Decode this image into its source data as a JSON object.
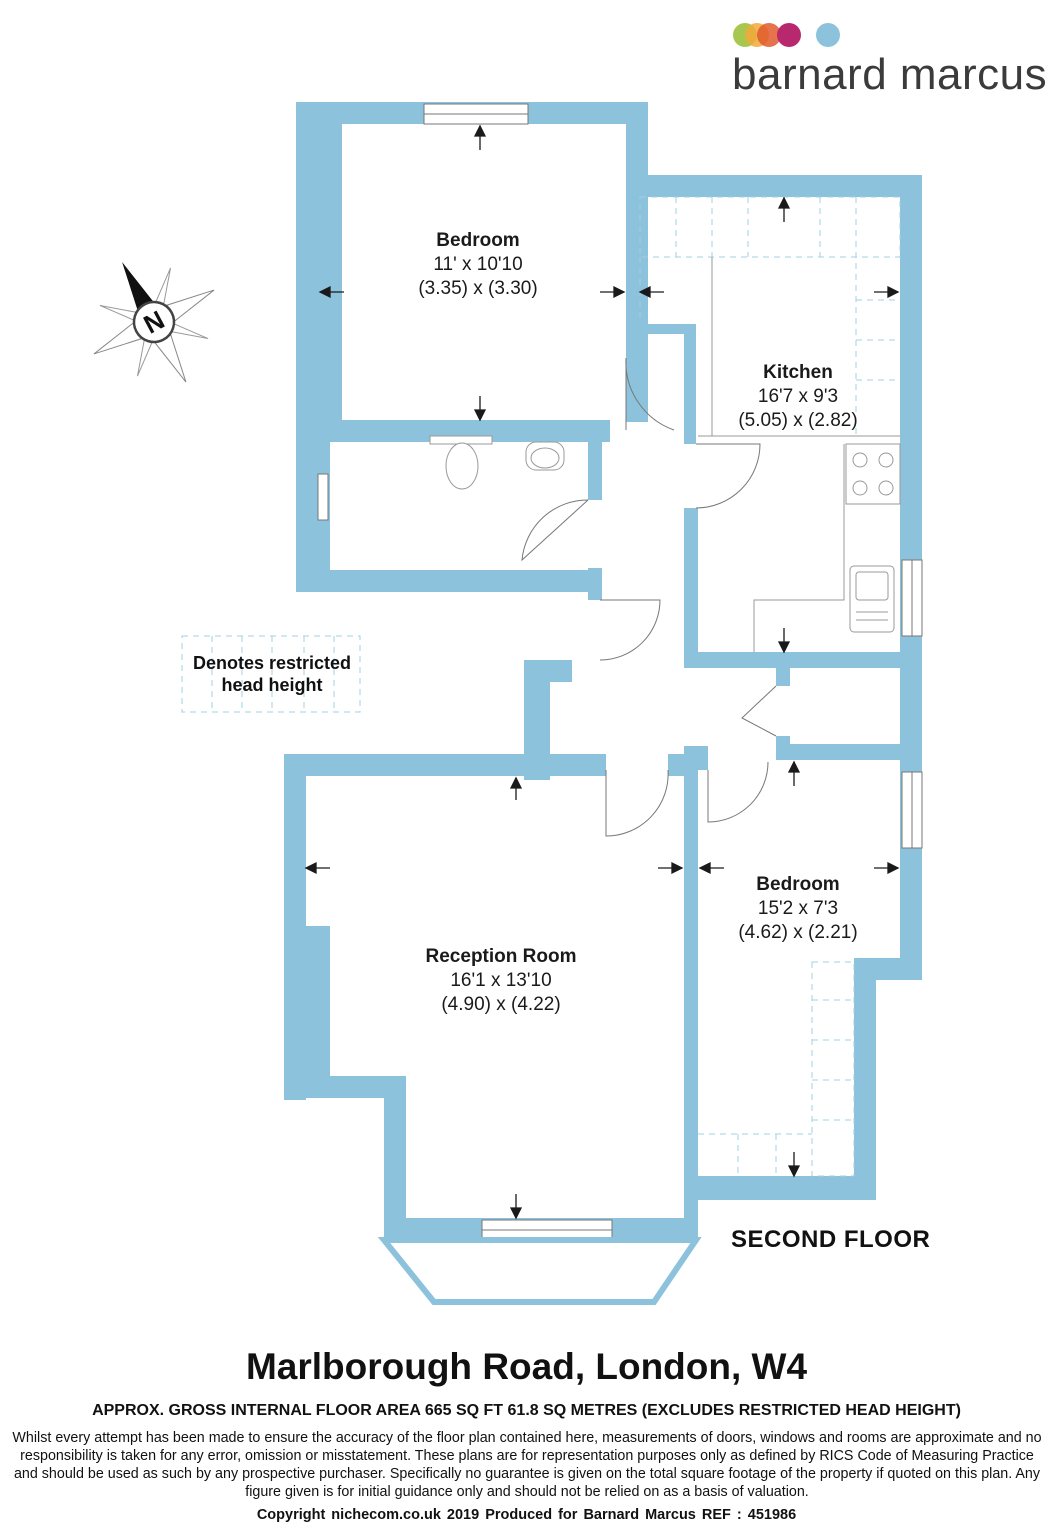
{
  "brand": {
    "name": "barnard marcus",
    "dot_colors": [
      "#9dc23b",
      "#f2a93b",
      "#e05a2b",
      "#b8286e",
      "#8cc2dc"
    ]
  },
  "colors": {
    "wall": "#8cc2dc",
    "restricted_dash": "#9fd0e3",
    "arrow": "#1a1a1a",
    "text": "#111111"
  },
  "compass": {
    "letter": "N"
  },
  "rooms": [
    {
      "id": "bedroom-1",
      "name": "Bedroom",
      "imperial": "11' x 10'10",
      "metric": "(3.35) x (3.30)"
    },
    {
      "id": "kitchen",
      "name": "Kitchen",
      "imperial": "16'7 x 9'3",
      "metric": "(5.05) x (2.82)"
    },
    {
      "id": "bedroom-2",
      "name": "Bedroom",
      "imperial": "15'2 x 7'3",
      "metric": "(4.62) x (2.21)"
    },
    {
      "id": "reception",
      "name": "Reception Room",
      "imperial": "16'1 x 13'10",
      "metric": "(4.90) x (4.22)"
    }
  ],
  "legend": {
    "line1": "Denotes restricted",
    "line2": "head height"
  },
  "floor_label": "SECOND FLOOR",
  "address": "Marlborough Road, London, W4",
  "area": "APPROX. GROSS INTERNAL FLOOR AREA 665 SQ FT 61.8 SQ METRES (EXCLUDES RESTRICTED HEAD HEIGHT)",
  "disclaimer": "Whilst every attempt has been made to ensure the accuracy of the floor plan contained here, measurements of doors, windows and rooms are approximate and no responsibility is taken for any error, omission or misstatement. These plans are for representation purposes only as defined by RICS Code of Measuring Practice and should be used as such by any prospective purchaser.  Specifically no guarantee is given on the total square footage of the property if quoted on this plan. Any figure given is for initial guidance only and should not be relied on as a basis of valuation.",
  "footer": "Copyright nichecom.co.uk 2019     Produced for Barnard Marcus     REF : 451986"
}
